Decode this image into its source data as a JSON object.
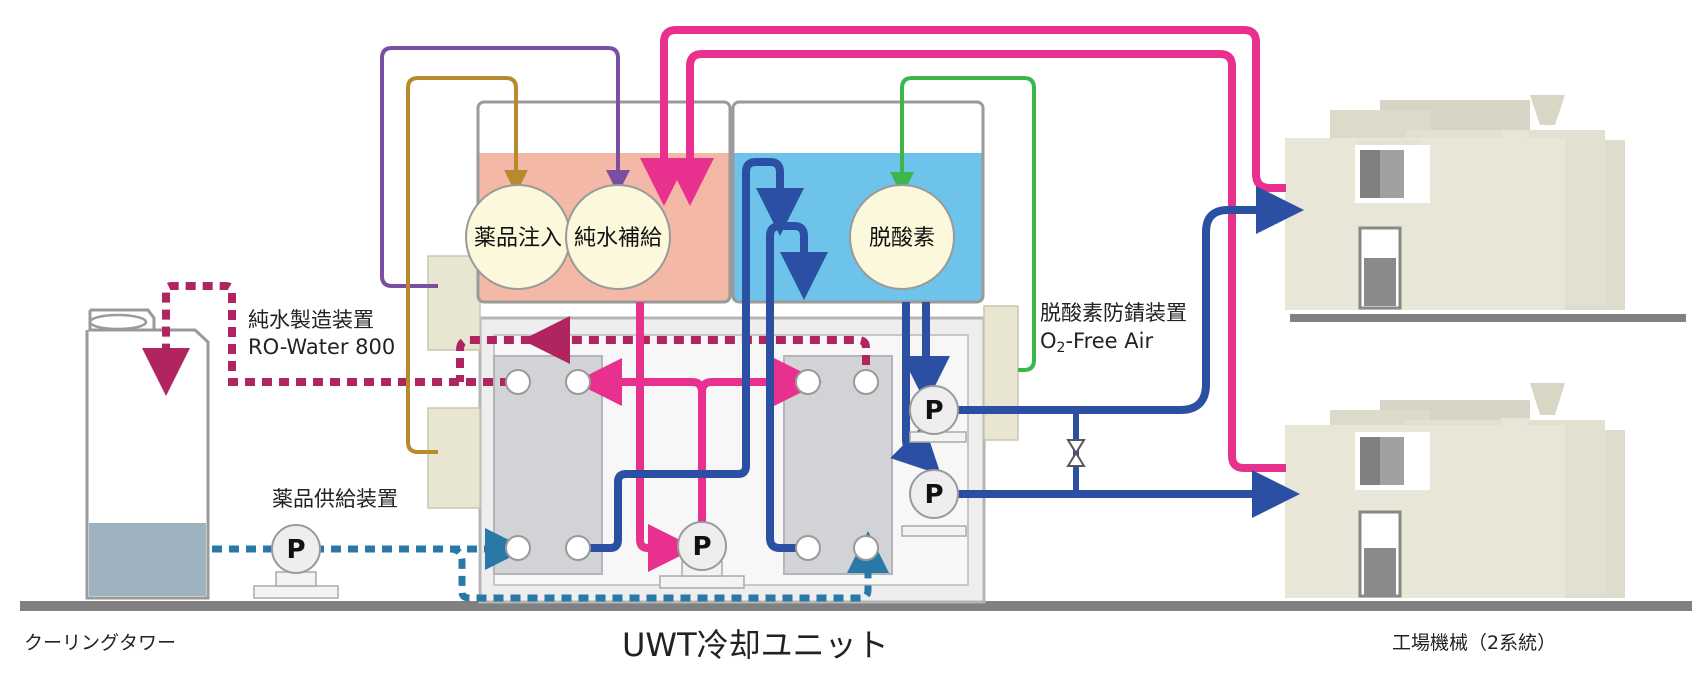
{
  "labels": {
    "cooling_tower": "クーリングタワー",
    "unit_title": "UWT冷却ユニット",
    "factory": "工場機械（2系統）",
    "ro_line1": "純水製造装置",
    "ro_line2": "RO-Water 800",
    "chem_supply": "薬品供給装置",
    "deox_line1": "脱酸素防錆装置",
    "deox_line2_prefix": "O",
    "deox_line2_sub": "2",
    "deox_line2_suffix": "-Free Air"
  },
  "tank_circles": {
    "chem_inject": "薬品注入",
    "pure_water": "純水補給",
    "deox": "脱酸素"
  },
  "pumps": {
    "label": "P"
  },
  "colors": {
    "pink": "#e8318f",
    "blue": "#2b4fa3",
    "teal": "#2a78a8",
    "crimson": "#b0245f",
    "purple": "#7b4fa0",
    "gold": "#b88a2e",
    "green": "#3cb54a",
    "tank_pink": "#f4b9a6",
    "tank_blue": "#6ec3ea",
    "machine": "#e8e6d6",
    "ground": "#808080"
  }
}
